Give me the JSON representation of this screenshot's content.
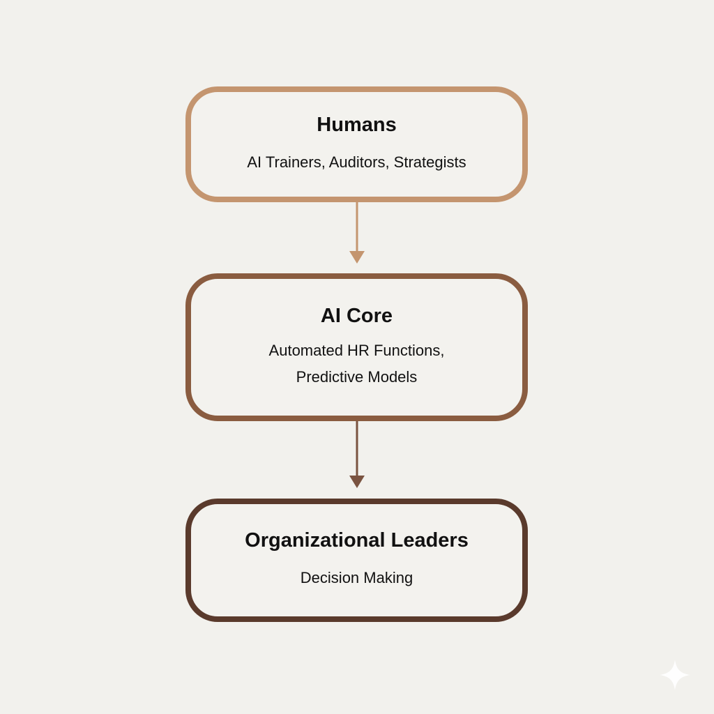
{
  "nodes": [
    {
      "title": "Humans",
      "subtitle": "AI Trainers, Auditors, Strategists",
      "color": "#c4956f"
    },
    {
      "title": "AI Core",
      "subtitle_lines": [
        "Automated HR Functions,",
        "Predictive Models"
      ],
      "color": "#8a5c40"
    },
    {
      "title": "Organizational Leaders",
      "subtitle": "Decision Making",
      "color": "#5a3a2c"
    }
  ],
  "edges": [
    {
      "from": "Humans",
      "to": "AI Core",
      "color": "#c4956f"
    },
    {
      "from": "AI Core",
      "to": "Organizational Leaders",
      "color": "#7a5340"
    }
  ],
  "background": "#f2f1ed"
}
